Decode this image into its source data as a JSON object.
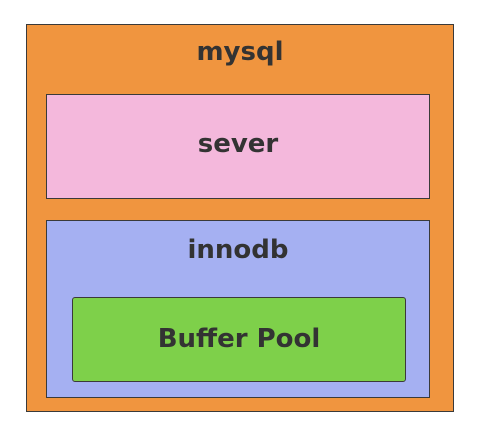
{
  "diagram": {
    "mysql": {
      "label": "mysql",
      "color": "#f0953f"
    },
    "server": {
      "label": "sever",
      "color": "#f4b8dc"
    },
    "innodb": {
      "label": "innodb",
      "color": "#a5b0f2"
    },
    "buffer_pool": {
      "label": "Buffer Pool",
      "color": "#7ed04a"
    }
  }
}
